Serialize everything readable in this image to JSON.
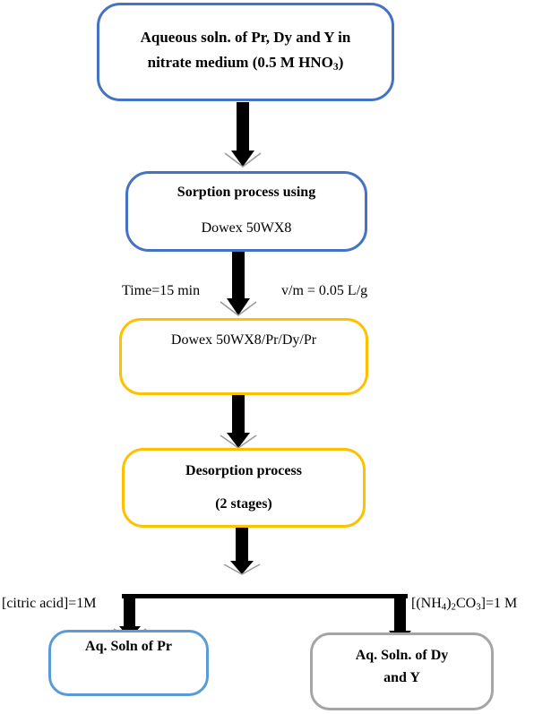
{
  "colors": {
    "box1_border": "#4472c4",
    "box2_border": "#4472c4",
    "box3_border": "#ffc000",
    "box4_border": "#ffc000",
    "box5_border": "#5b9bd5",
    "box6_border": "#a5a5a5",
    "arrow": "#000000"
  },
  "box1": {
    "line1": "Aqueous soln. of Pr, Dy and Y in",
    "line2_pre": "nitrate medium (0.5 M HNO",
    "line2_sub": "3",
    "line2_post": ")"
  },
  "box2": {
    "line1": "Sorption process using",
    "line2": "Dowex 50WX8"
  },
  "arrow2": {
    "left_label": "Time=15 min",
    "right_label": "v/m = 0.05 L/g"
  },
  "box3": {
    "line1": "Dowex 50WX8/Pr/Dy/Pr"
  },
  "box4": {
    "line1": "Desorption process",
    "line2": "(2 stages)"
  },
  "branch": {
    "left_label": "[citric acid]=1M",
    "right_label_pre": "[(NH",
    "right_label_sub1": "4",
    "right_label_mid": ")",
    "right_label_sub2": "2",
    "right_label_mid2": "CO",
    "right_label_sub3": "3",
    "right_label_post": "]=1 M"
  },
  "box5": {
    "line1": "Aq. Soln of Pr"
  },
  "box6": {
    "line1": "Aq. Soln. of Dy",
    "line2": "and Y"
  }
}
